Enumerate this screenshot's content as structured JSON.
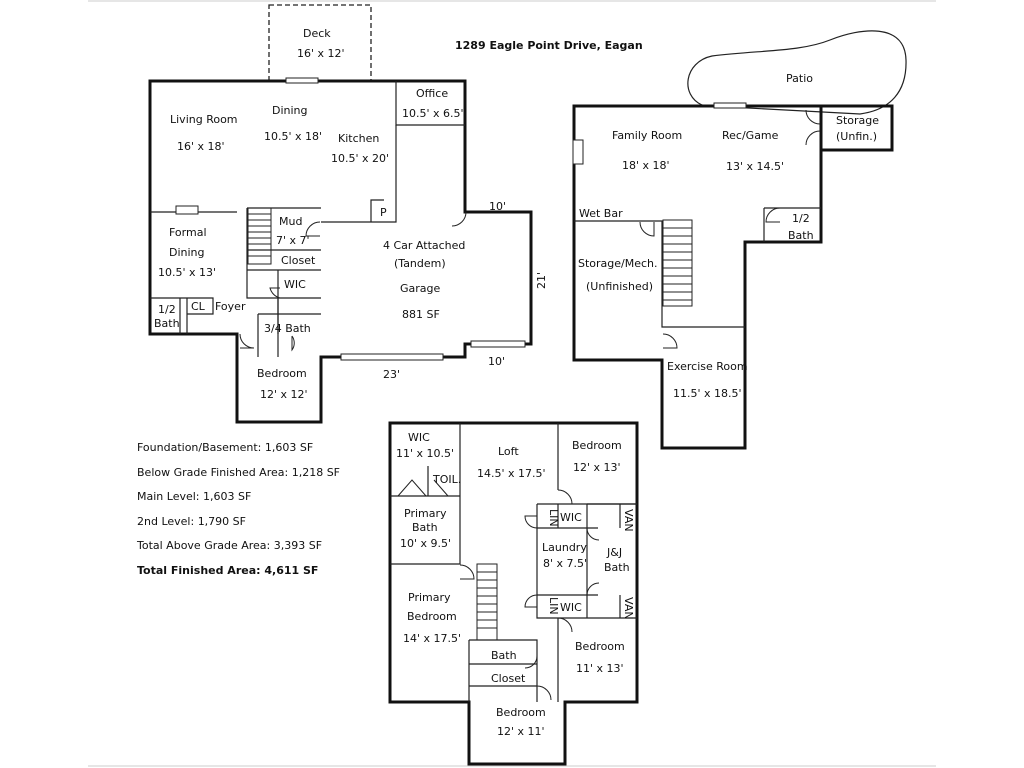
{
  "title": "1289 Eagle Point Drive, Eagan",
  "main_level": {
    "deck": {
      "name": "Deck",
      "size": "16' x 12'"
    },
    "living_room": {
      "name": "Living Room",
      "size": "16' x 18'"
    },
    "dining": {
      "name": "Dining",
      "size": "10.5' x 18'"
    },
    "office": {
      "name": "Office",
      "size": "10.5' x 6.5'"
    },
    "kitchen": {
      "name": "Kitchen",
      "size": "10.5' x 20'"
    },
    "pantry": "P",
    "mud": {
      "name": "Mud",
      "size": "7' x 7'"
    },
    "formal_dining": {
      "name_line1": "Formal",
      "name_line2": "Dining",
      "size": "10.5' x 13'"
    },
    "closet": "Closet",
    "wic": "WIC",
    "half_bath": {
      "line1": "1/2",
      "line2": "Bath"
    },
    "cl": "CL",
    "foyer": "Foyer",
    "three_quarter_bath": "3/4 Bath",
    "bedroom": {
      "name": "Bedroom",
      "size": "12' x 12'"
    },
    "garage": {
      "line1": "4 Car Attached",
      "line2": "(Tandem)",
      "line3": "Garage",
      "area": "881 SF"
    },
    "dims": {
      "top_right": "10'",
      "right": "21'",
      "bottom": "23'",
      "bottom_right": "10'"
    }
  },
  "lower_level": {
    "patio": "Patio",
    "family_room": {
      "name": "Family Room",
      "size": "18' x 18'"
    },
    "rec_game": {
      "name": "Rec/Game",
      "size": "13' x 14.5'"
    },
    "storage": {
      "line1": "Storage",
      "line2": "(Unfin.)"
    },
    "half_bath": {
      "line1": "1/2",
      "line2": "Bath"
    },
    "wet_bar": "Wet Bar",
    "storage_mech": {
      "line1": "Storage/Mech.",
      "line2": "(Unfinished)"
    },
    "exercise_room": {
      "name": "Exercise Room",
      "size": "11.5' x 18.5'"
    }
  },
  "upper_level": {
    "wic_primary": {
      "name": "WIC",
      "size": "11' x 10.5'"
    },
    "loft": {
      "name": "Loft",
      "size": "14.5' x 17.5'"
    },
    "bedroom_a": {
      "name": "Bedroom",
      "size": "12' x 13'"
    },
    "toil": "TOIL.",
    "primary_bath": {
      "line1": "Primary",
      "line2": "Bath",
      "size": "10' x 9.5'"
    },
    "lin_top": "LIN",
    "wic_top": "WIC",
    "van_top": "VAN",
    "laundry": {
      "name": "Laundry",
      "size": "8' x 7.5'"
    },
    "jj_bath": {
      "line1": "J&J",
      "line2": "Bath"
    },
    "lin_bottom": "LIN",
    "wic_bottom": "WIC",
    "van_bottom": "VAN",
    "primary_bedroom": {
      "line1": "Primary",
      "line2": "Bedroom",
      "size": "14' x 17.5'"
    },
    "bedroom_b": {
      "name": "Bedroom",
      "size": "11' x 13'"
    },
    "bath": "Bath",
    "closet": "Closet",
    "bedroom_c": {
      "name": "Bedroom",
      "size": "12' x 11'"
    }
  },
  "stats": [
    "Foundation/Basement: 1,603 SF",
    "Below Grade Finished Area: 1,218 SF",
    "Main Level: 1,603 SF",
    "2nd Level: 1,790 SF",
    "Total Above Grade Area: 3,393 SF",
    "Total Finished Area: 4,611 SF"
  ]
}
